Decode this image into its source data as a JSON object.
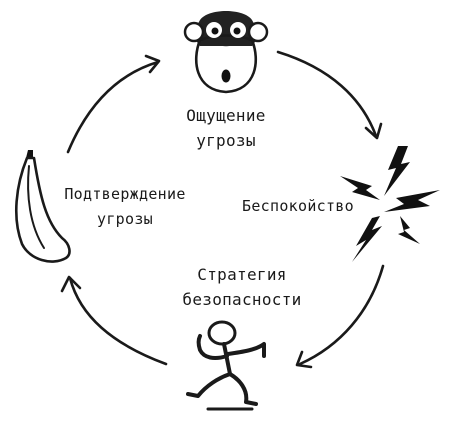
{
  "diagram": {
    "nodes": [
      {
        "id": "threat",
        "label_line1": "Ощущение",
        "label_line2": "угрозы",
        "icon": "monkey-face-icon"
      },
      {
        "id": "anxiety",
        "label_line1": "Беспокойство",
        "icon": "lightning-bolts-icon"
      },
      {
        "id": "strategy",
        "label_line1": "Стратегия",
        "label_line2": "безопасности",
        "icon": "running-stick-figure-icon"
      },
      {
        "id": "confirm",
        "label_line1": "Подтверждение",
        "label_line2": "угрозы",
        "icon": "banana-icon"
      }
    ],
    "flow": [
      "threat",
      "anxiety",
      "strategy",
      "confirm",
      "threat"
    ],
    "colors": {
      "ink": "#1a1a1a",
      "background": "#ffffff"
    }
  }
}
